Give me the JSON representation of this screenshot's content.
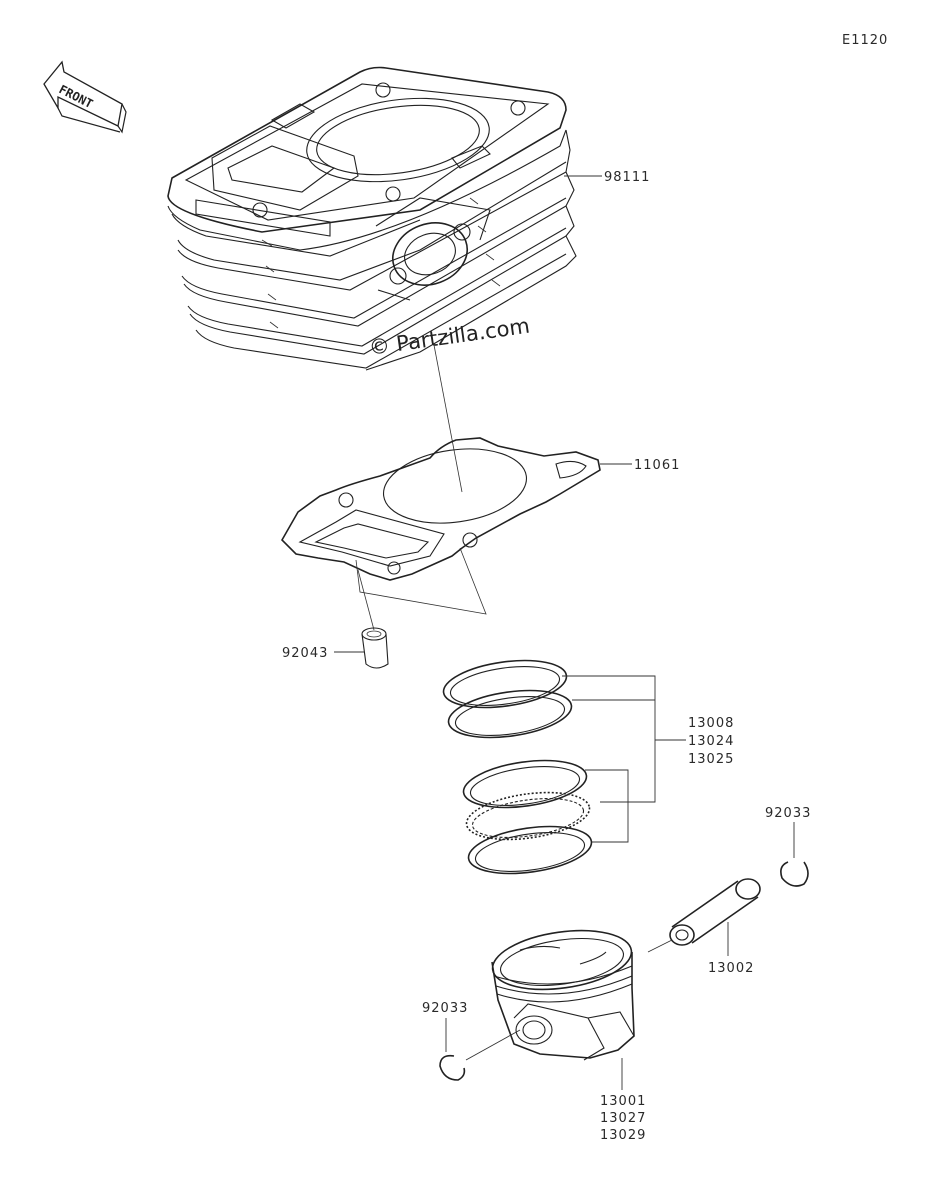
{
  "diagram": {
    "code": "E1120",
    "front_label": "FRONT",
    "watermark": "© Partzilla.com",
    "parts": {
      "cylinder": "98111",
      "base_gasket": "11061",
      "dowel_pin": "92043",
      "ring_set": [
        "13008",
        "13024",
        "13025"
      ],
      "circlip_right": "92033",
      "piston_pin": "13002",
      "circlip_left": "92033",
      "piston": [
        "13001",
        "13027",
        "13029"
      ]
    }
  }
}
